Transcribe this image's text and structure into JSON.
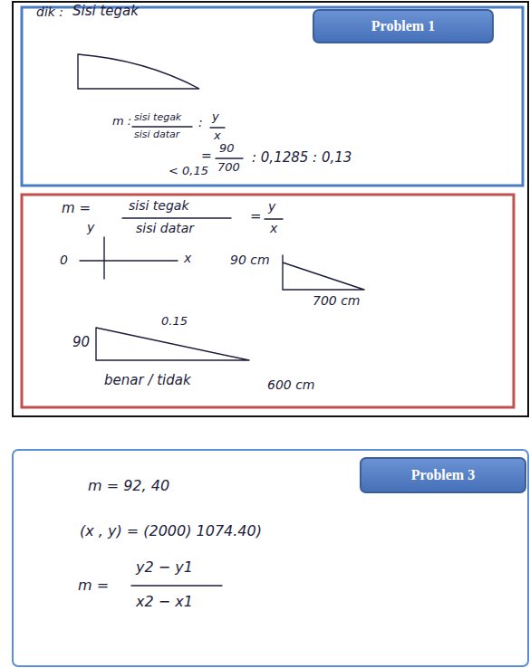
{
  "diagram": {
    "nodes": [
      {
        "text": [
          "Problem 1"
        ]
      },
      {
        "text": [
          "Problem 3"
        ]
      }
    ],
    "labels": [
      "dik :",
      "Sisi tegak",
      "m :",
      "sisi tegak",
      "sisi datar",
      ":",
      "y",
      "x",
      "=",
      "90",
      "700",
      ": 0,1285 : 0,13",
      "< 0,15",
      "m =",
      "sisi tegak",
      "sisi datar",
      "=",
      "y",
      "x",
      "y",
      "0",
      "x",
      "90 cm",
      "700 cm",
      "90",
      "0.15",
      "benar / tidak",
      "600 cm",
      "m = 92, 40",
      "(x , y) = (2000) 1074.40)",
      "m =",
      "y2 − y1",
      "x2 − x1"
    ]
  }
}
